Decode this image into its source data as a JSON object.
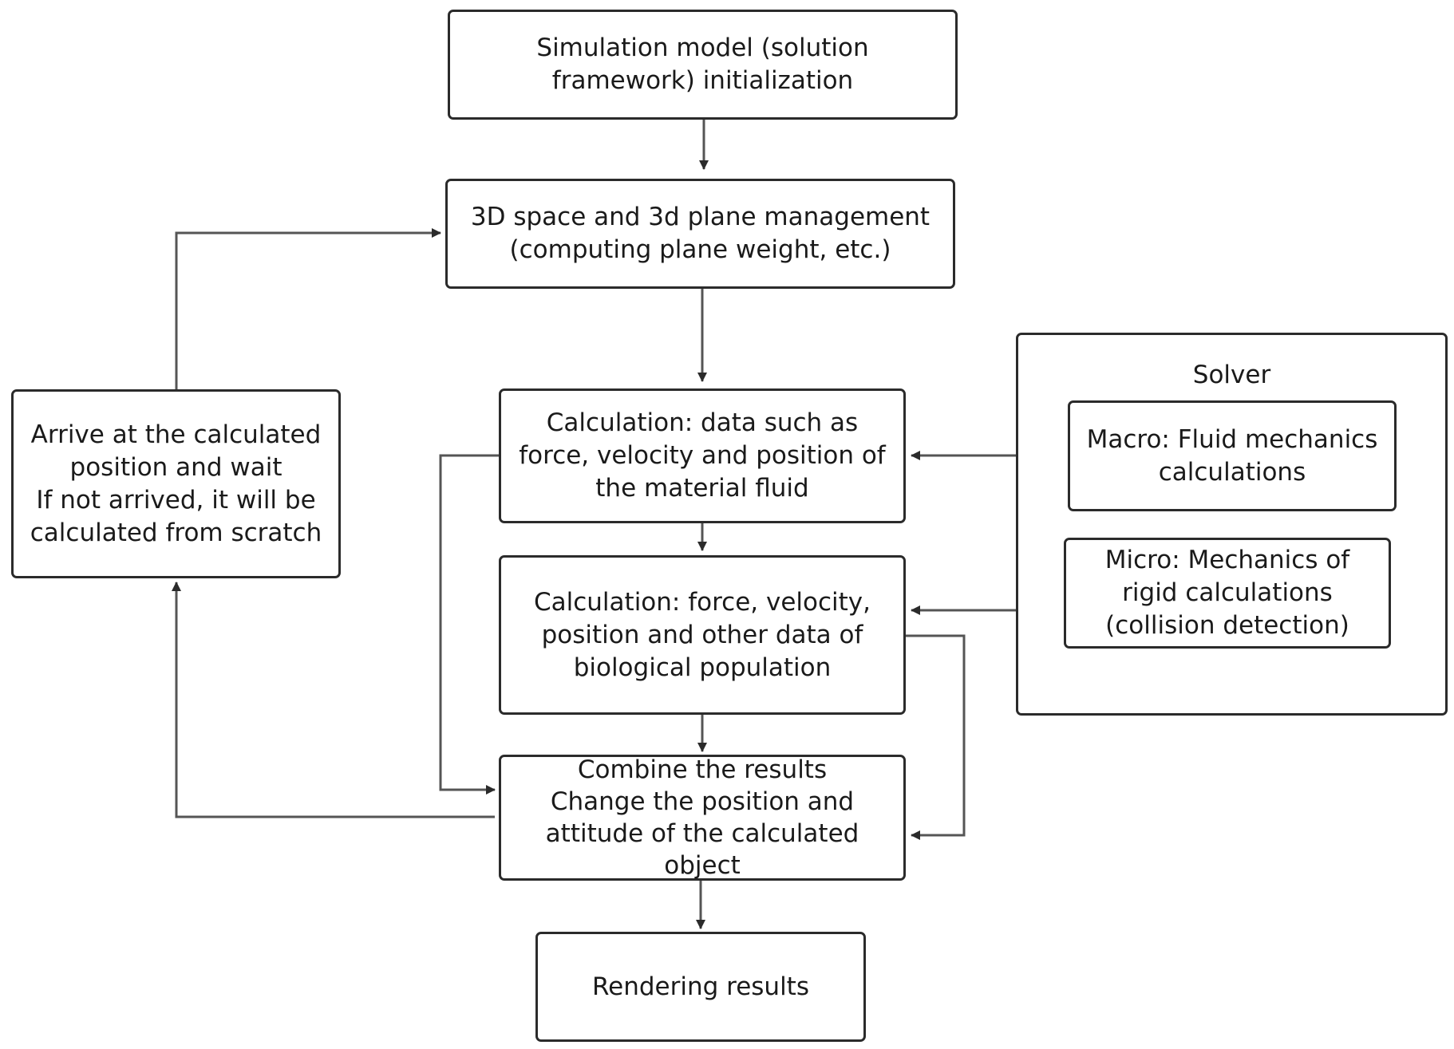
{
  "nodes": {
    "init": "Simulation model (solution\nframework) initialization",
    "space": "3D space and 3d plane management\n(computing plane weight, etc.)",
    "fluid": "Calculation: data such as\nforce, velocity and position of\nthe material fluid",
    "bio": "Calculation: force, velocity,\nposition and other data of\nbiological population",
    "combine": "Combine the results\nChange the position and\nattitude of the calculated\nobject",
    "render": "Rendering results",
    "wait": "Arrive at the calculated\nposition and wait\nIf not arrived, it will be\ncalculated from scratch"
  },
  "solver": {
    "title": "Solver",
    "macro": "Macro: Fluid mechanics\ncalculations",
    "micro": "Micro: Mechanics of\nrigid calculations\n(collision detection)"
  },
  "colors": {
    "stroke": "#2b2b2b",
    "connector": "#555555",
    "background": "#ffffff"
  }
}
